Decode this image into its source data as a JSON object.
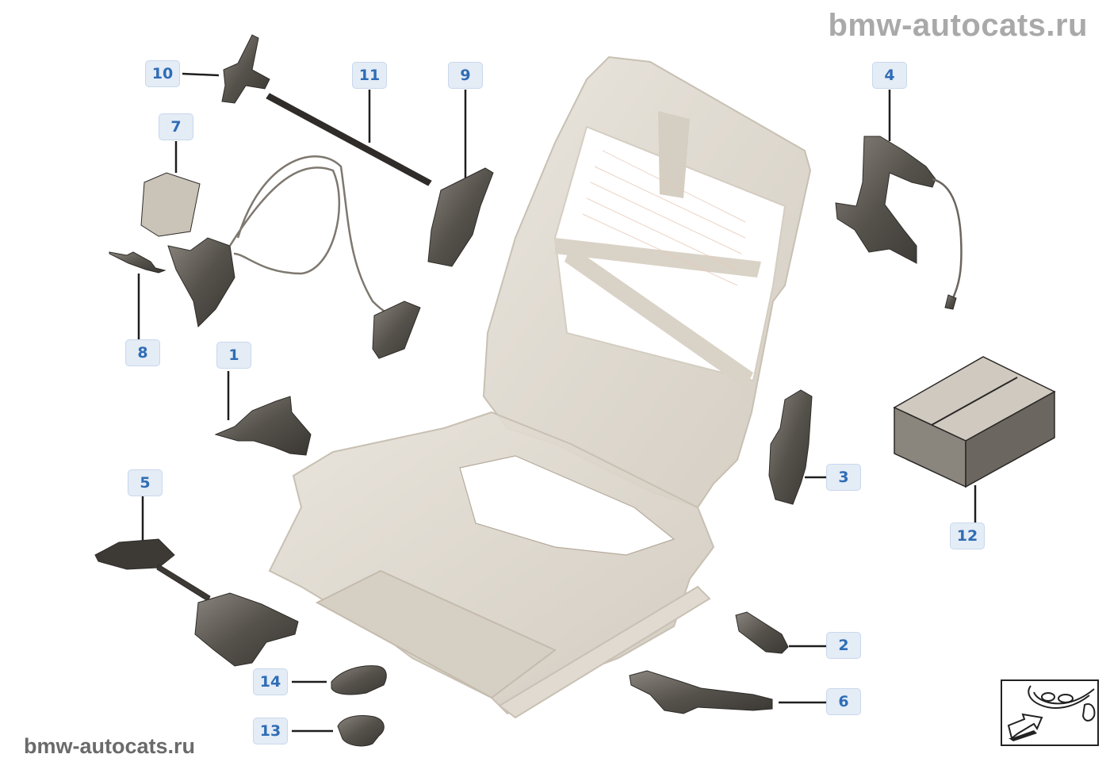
{
  "watermark_top": "bmw-autocats.ru",
  "watermark_bottom": "bmw-autocats.ru",
  "colors": {
    "callout_bg": "#e4ecf6",
    "callout_border": "#c9d8ec",
    "callout_text": "#2f6db5",
    "frame": "#d9d3c8",
    "part_dark": "#4f4b46"
  },
  "callouts": [
    {
      "id": "1",
      "label": "1"
    },
    {
      "id": "2",
      "label": "2"
    },
    {
      "id": "3",
      "label": "3"
    },
    {
      "id": "4",
      "label": "4"
    },
    {
      "id": "5",
      "label": "5"
    },
    {
      "id": "6",
      "label": "6"
    },
    {
      "id": "7",
      "label": "7"
    },
    {
      "id": "8",
      "label": "8"
    },
    {
      "id": "9",
      "label": "9"
    },
    {
      "id": "10",
      "label": "10"
    },
    {
      "id": "11",
      "label": "11"
    },
    {
      "id": "12",
      "label": "12"
    },
    {
      "id": "13",
      "label": "13"
    },
    {
      "id": "14",
      "label": "14"
    }
  ],
  "nav_icon": "car-front-arrow-icon"
}
